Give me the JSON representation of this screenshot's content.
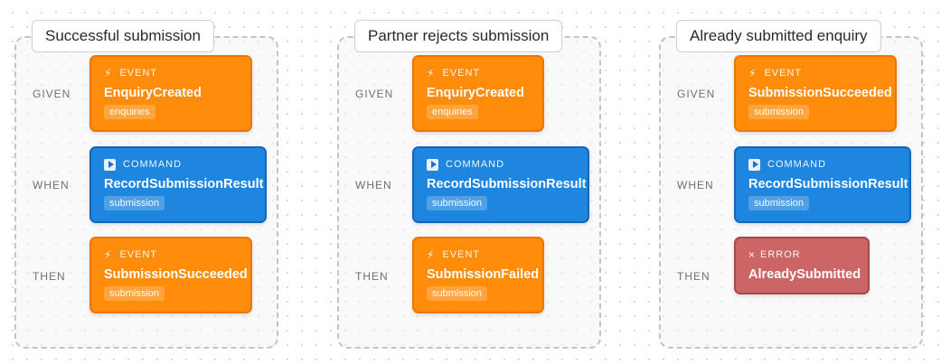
{
  "row_labels": {
    "given": "GIVEN",
    "when": "WHEN",
    "then": "THEN"
  },
  "scenarios": [
    {
      "title": "Successful submission",
      "given": {
        "kind": "EVENT",
        "name": "EnquiryCreated",
        "tag": "enquiries"
      },
      "when": {
        "kind": "COMMAND",
        "name": "RecordSubmissionResult",
        "tag": "submission"
      },
      "then": {
        "kind": "EVENT",
        "name": "SubmissionSucceeded",
        "tag": "submission"
      }
    },
    {
      "title": "Partner rejects submission",
      "given": {
        "kind": "EVENT",
        "name": "EnquiryCreated",
        "tag": "enquiries"
      },
      "when": {
        "kind": "COMMAND",
        "name": "RecordSubmissionResult",
        "tag": "submission"
      },
      "then": {
        "kind": "EVENT",
        "name": "SubmissionFailed",
        "tag": "submission"
      }
    },
    {
      "title": "Already submitted enquiry",
      "given": {
        "kind": "EVENT",
        "name": "SubmissionSucceeded",
        "tag": "submission"
      },
      "when": {
        "kind": "COMMAND",
        "name": "RecordSubmissionResult",
        "tag": "submission"
      },
      "then": {
        "kind": "ERROR",
        "name": "AlreadySubmitted"
      }
    }
  ],
  "icons": {
    "event": "lightning-icon",
    "command": "play-icon",
    "error": "cross-icon"
  },
  "colors": {
    "event": "#ff8c0a",
    "command": "#1f86e0",
    "error": "#cc6666"
  }
}
